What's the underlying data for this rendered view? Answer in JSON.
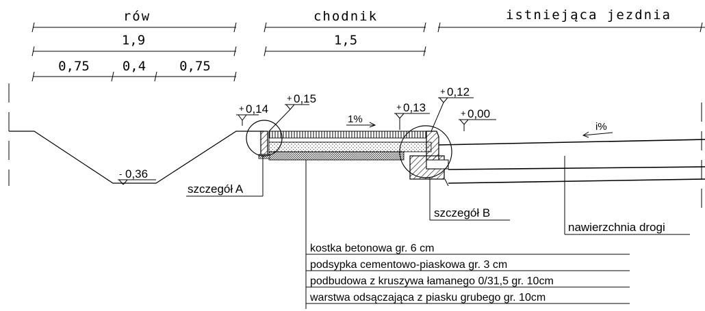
{
  "dimensions": {
    "row1": {
      "row_label": "rów",
      "chodnik_label": "chodnik",
      "jezdnia_label": "istniejąca jezdnia"
    },
    "row2": {
      "row_width": "1,9",
      "chodnik_width": "1,5"
    },
    "row3": {
      "a": "0,75",
      "b": "0,4",
      "c": "0,75"
    }
  },
  "levels": {
    "l1": "0,14",
    "l2": "0,15",
    "l3": "0,13",
    "l4": "0,12",
    "l5": "0,00",
    "l6": "0,36"
  },
  "slopes": {
    "sidewalk": "1%",
    "road": "i%"
  },
  "labels": {
    "detail_a": "szczegół A",
    "detail_b": "szczegół B",
    "surface": "nawierzchnia drogi"
  },
  "layers": [
    "kostka  betonowa  gr. 6 cm",
    "podsypka cementowo-piaskowa gr. 3 cm",
    "podbudowa z kruszywa łamanego 0/31,5 gr. 10cm",
    "warstwa odsączająca z piasku grubego gr. 10cm"
  ]
}
